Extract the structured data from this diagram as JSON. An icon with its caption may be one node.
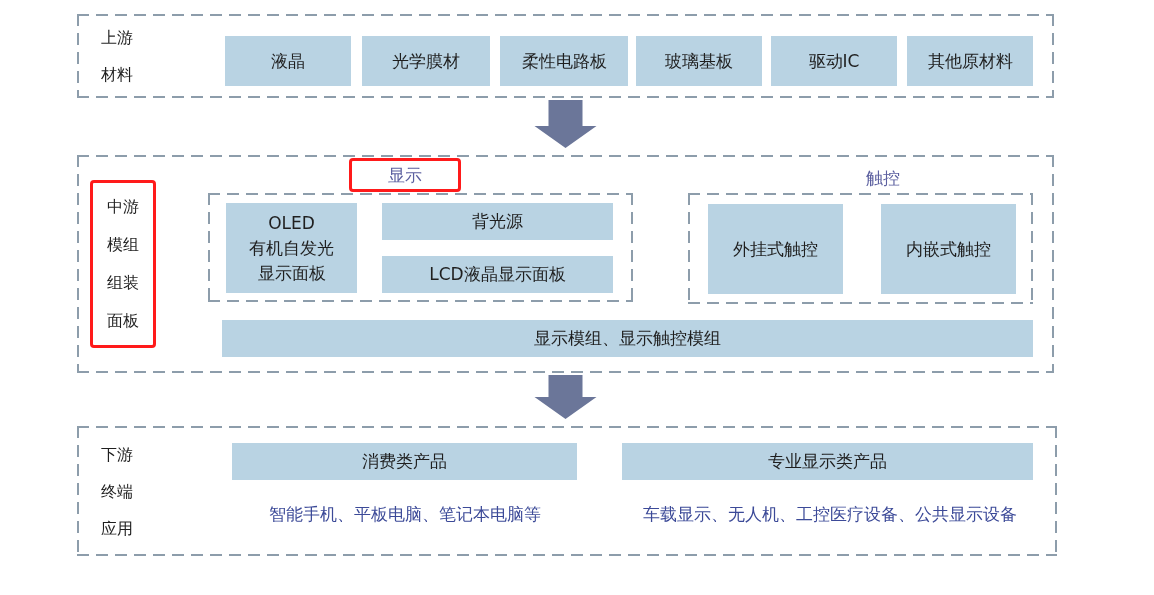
{
  "diagram": {
    "nodes": [
      {
        "text": [
          "上游材料"
        ]
      },
      {
        "text": [
          "液晶"
        ],
        "in": 0
      },
      {
        "text": [
          "光学膜材"
        ],
        "in": 0
      },
      {
        "text": [
          "柔性电路板"
        ],
        "in": 0
      },
      {
        "text": [
          "玻璃基板"
        ],
        "in": 0
      },
      {
        "text": [
          "驱动IC"
        ],
        "in": 0
      },
      {
        "text": [
          "其他原材料"
        ],
        "in": 0
      },
      {
        "text": [],
        "shape": "box"
      },
      {
        "text": [
          "中游模组组装面板"
        ],
        "in": 7
      },
      {
        "text": [
          "显示"
        ],
        "in": 7
      },
      {
        "text": [],
        "shape": "box",
        "in": 7
      },
      {
        "text": [
          "OLED",
          "有机自发光显示面板"
        ],
        "in": 10
      },
      {
        "text": [
          "背光源"
        ],
        "in": 10
      },
      {
        "text": [
          "LCD液晶显示面板"
        ],
        "in": 10
      },
      {
        "text": [
          "触控"
        ],
        "in": 7
      },
      {
        "text": [
          "外挂式触控"
        ],
        "in": 14
      },
      {
        "text": [
          "内嵌式触控"
        ],
        "in": 14
      },
      {
        "text": [
          "显示模组、显示触控模组"
        ],
        "in": 7
      },
      {
        "text": [
          "下游终端应用"
        ]
      },
      {
        "text": [
          "消费类产品"
        ],
        "in": 18,
        "beside": [
          "智能手机、平板电脑、笔记本电脑等"
        ]
      },
      {
        "text": [
          "专业显示类产品"
        ],
        "in": 18,
        "beside": [
          "车载显示、无人机、工控医疗设备、公共显示设备"
        ]
      }
    ],
    "edges": [
      {
        "from": 0,
        "to": 7,
        "arrow": "to",
        "style": "thick"
      },
      {
        "from": 7,
        "to": 18,
        "arrow": "to",
        "style": "thick"
      }
    ]
  }
}
